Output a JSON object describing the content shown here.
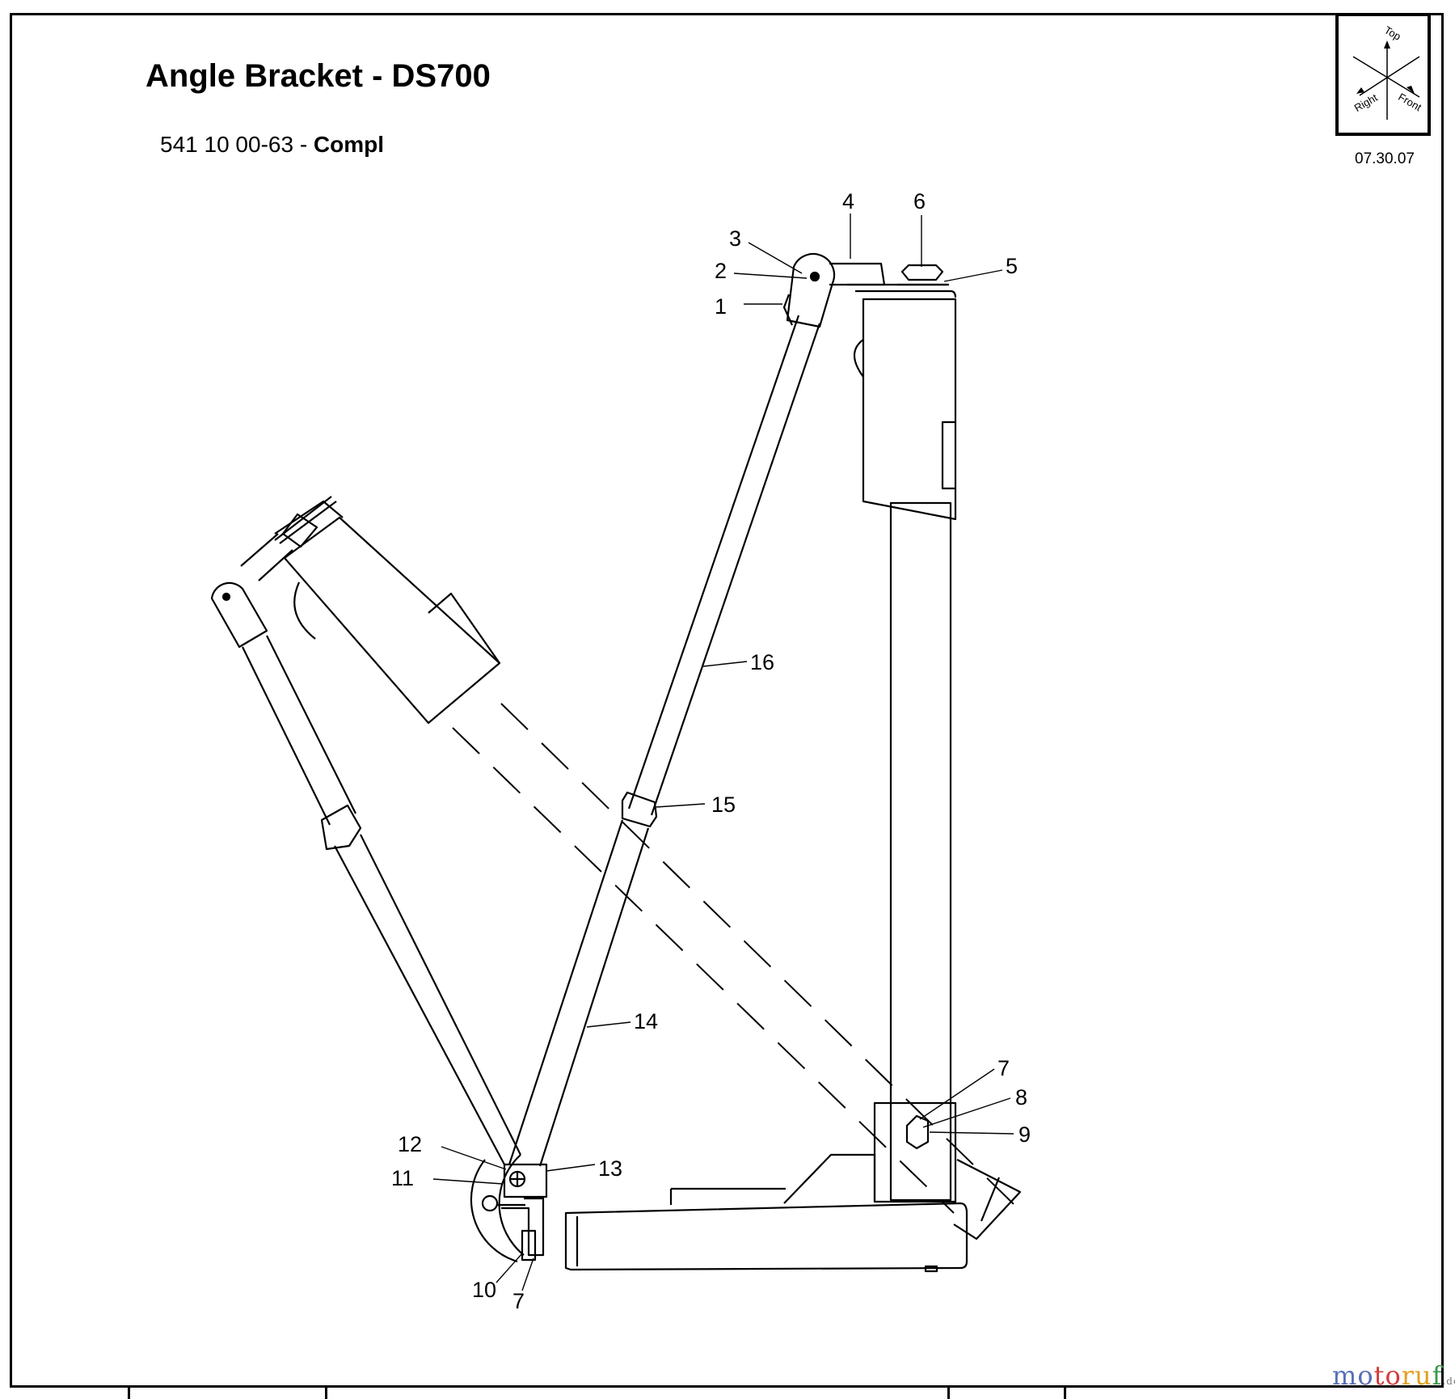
{
  "header": {
    "title": "Angle Bracket - DS700",
    "part_number": "541 10 00-63 - ",
    "part_suffix": "Compl",
    "date": "07.30.07"
  },
  "orientation": {
    "top": "Top",
    "right": "Right",
    "front": "Front"
  },
  "callouts": [
    "1",
    "2",
    "3",
    "4",
    "5",
    "6",
    "7",
    "8",
    "9",
    "10",
    "7",
    "11",
    "12",
    "13",
    "14",
    "15",
    "16"
  ],
  "watermark": {
    "part1": "mo",
    "part2": "to",
    "part3": "ru",
    "part4": "f",
    "suffix": ".de"
  }
}
